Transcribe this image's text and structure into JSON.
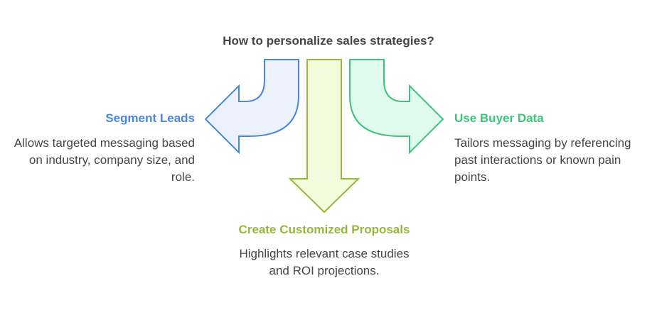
{
  "question": "How to personalize sales strategies?",
  "colors": {
    "blue": "#4a86e0",
    "blue_fill": "#ebf2fd",
    "lime": "#94b83a",
    "lime_fill": "#f2fcdc",
    "green": "#3cc47c",
    "green_fill": "#e0fbed"
  },
  "branches": [
    {
      "title": "Segment Leads",
      "description": "Allows targeted messaging based on industry, company size, and role."
    },
    {
      "title": "Create Customized Proposals",
      "description": "Highlights relevant case studies and ROI projections."
    },
    {
      "title": "Use Buyer Data",
      "description": "Tailors messaging by referencing past interactions or known pain points."
    }
  ]
}
